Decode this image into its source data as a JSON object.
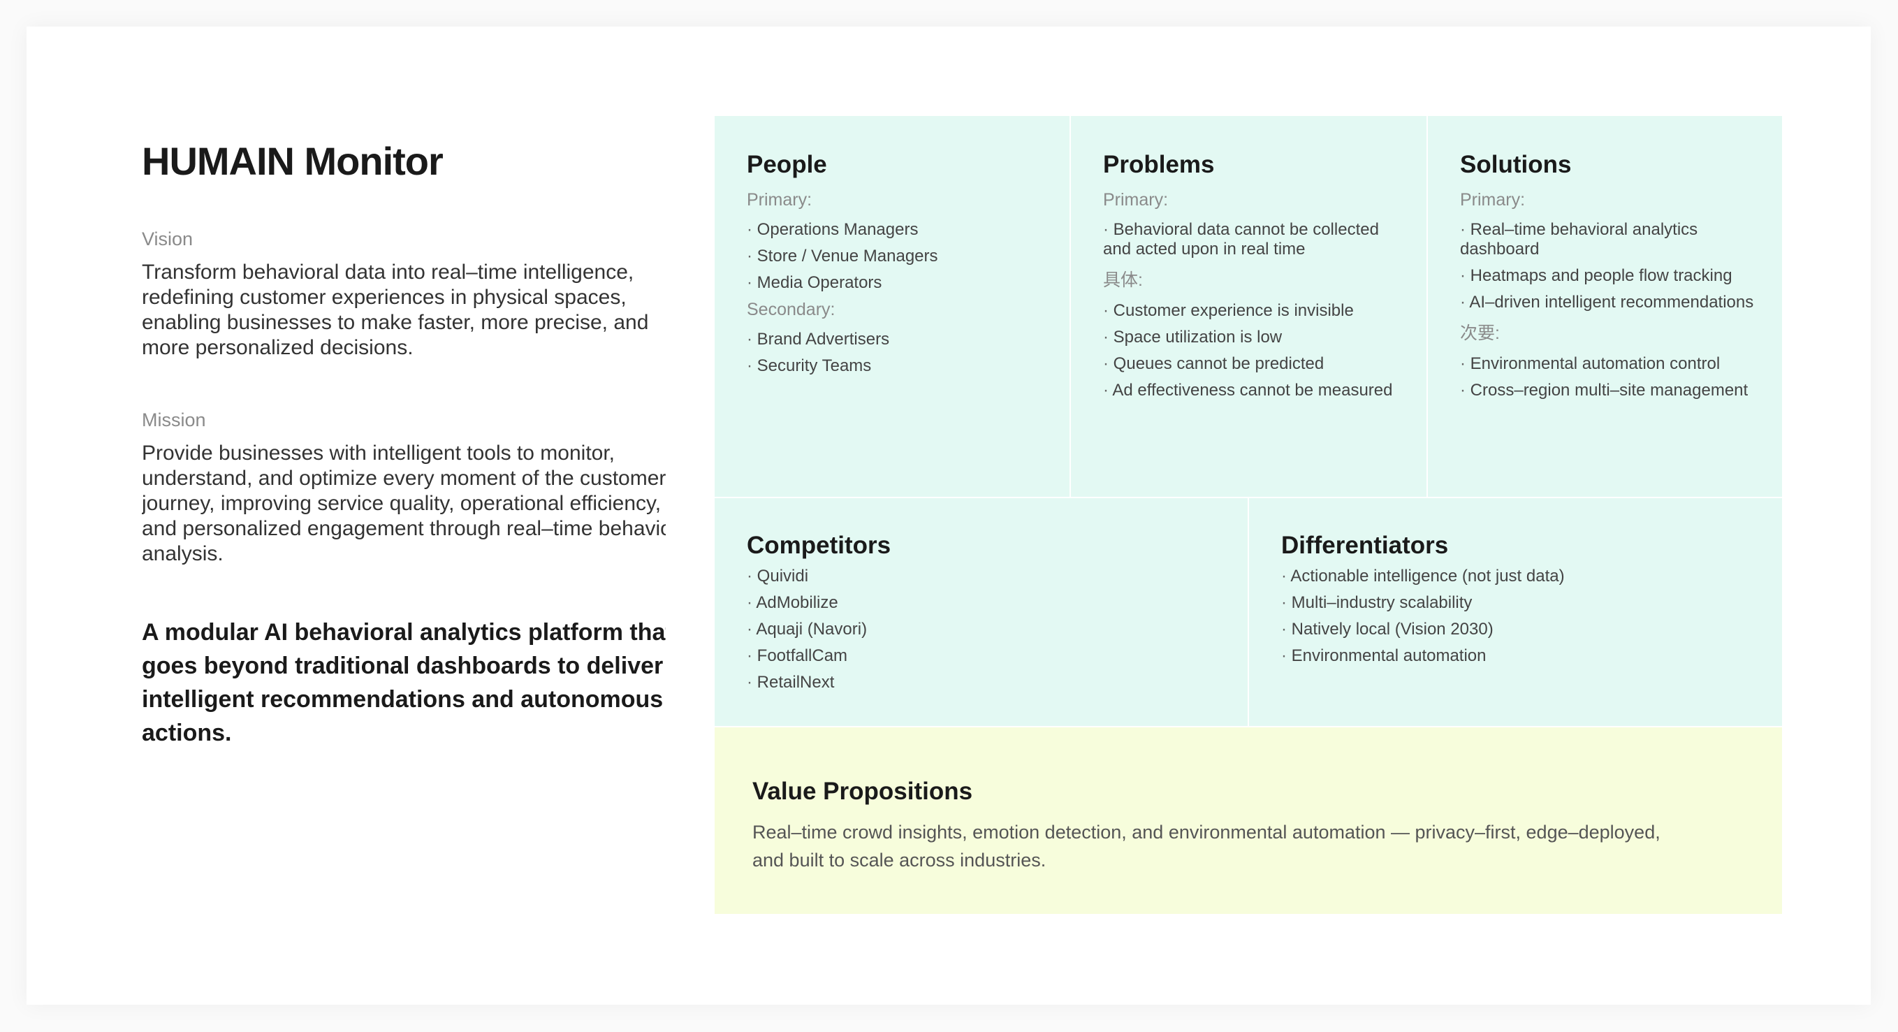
{
  "left": {
    "title": "HUMAIN Monitor",
    "vision_label": "Vision",
    "vision_text": "Transform behavioral data into real–time intelligence, redefining customer experiences in physical spaces, enabling businesses to make faster, more precise, and more personalized decisions.",
    "mission_label": "Mission",
    "mission_text": "Provide businesses with intelligent tools to monitor, understand, and optimize every moment of the customer journey, improving service quality, operational efficiency, and personalized engagement through real–time behavioral analysis.",
    "tagline": "A modular AI behavioral analytics platform that goes beyond traditional dashboards to deliver intelligent recommendations and autonomous actions."
  },
  "people": {
    "title": "People",
    "primary_label": "Primary:",
    "primary": [
      "Operations Managers",
      "Store / Venue Managers",
      "Media Operators"
    ],
    "secondary_label": "Secondary:",
    "secondary": [
      "Brand Advertisers",
      "Security Teams"
    ]
  },
  "problems": {
    "title": "Problems",
    "primary_label": "Primary:",
    "primary": [
      "Behavioral data cannot be collected and acted upon in real time"
    ],
    "secondary_label": "具体:",
    "secondary": [
      "Customer experience is invisible",
      "Space utilization is low",
      "Queues cannot be predicted",
      "Ad effectiveness cannot be measured"
    ]
  },
  "solutions": {
    "title": "Solutions",
    "primary_label": "Primary:",
    "primary": [
      "Real–time behavioral analytics dashboard",
      "Heatmaps and people flow tracking",
      "AI–driven intelligent recommendations"
    ],
    "secondary_label": "次要:",
    "secondary": [
      "Environmental automation control",
      "Cross–region multi–site management"
    ]
  },
  "competitors": {
    "title": "Competitors",
    "items": [
      "Quividi",
      "AdMobilize",
      "Aquaji (Navori)",
      "FootfallCam",
      "RetailNext"
    ]
  },
  "differentiators": {
    "title": "Differentiators",
    "items": [
      "Actionable intelligence (not just data)",
      "Multi–industry scalability",
      "Natively local (Vision 2030)",
      "Environmental automation"
    ]
  },
  "value": {
    "title": "Value Propositions",
    "text": "Real–time crowd insights, emotion detection, and environmental automation — privacy–first, edge–deployed, and built to scale across industries."
  },
  "colors": {
    "mint": "#e3f9f3",
    "yellow": "#f7fddc"
  }
}
